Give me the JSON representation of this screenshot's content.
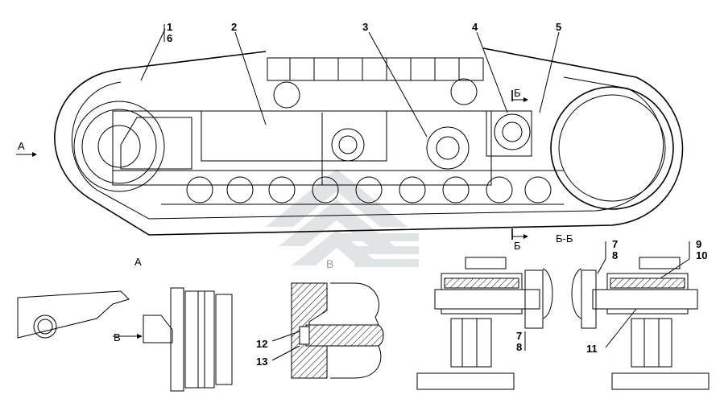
{
  "views": {
    "view_a_title": "А",
    "view_b_title": "В",
    "section_title": "Б-Б",
    "arrow_a_label": "А",
    "arrow_b_label": "В",
    "cut_top_label": "Б",
    "cut_bottom_label": "Б"
  },
  "callouts": [
    "1",
    "6",
    "2",
    "3",
    "4",
    "5",
    "7",
    "8",
    "9",
    "10",
    "7",
    "8",
    "11",
    "12",
    "13"
  ],
  "watermark": {
    "color": "#9aa0a0"
  }
}
